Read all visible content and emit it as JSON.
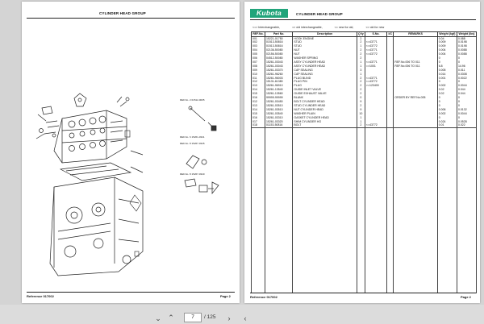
{
  "left_page": {
    "title": "CYLINDER HEAD GROUP",
    "footer_ref": "Reference 017002",
    "footer_page": "Page 2",
    "callouts": [
      "REF.No. 2 01512-0005",
      "REF.No. 6 15261-0341",
      "REF.No. 8 15267-0345",
      "REF.No. 8 15267-0340",
      "15261-0341"
    ]
  },
  "right_page": {
    "logo": "Kubota",
    "title": "CYLINDER HEAD GROUP",
    "legend": [
      "<=> Interchangeable,",
      "=> old interchangeable,",
      "<= new for old,",
      "<> old for new"
    ],
    "columns": [
      "REF.No.",
      "Part No.",
      "Description",
      "Q'ty",
      "S.No.",
      "I/C",
      "REMARKS",
      "Weight (kgf)",
      "Weight (lbs)"
    ],
    "rows": [
      [
        "001",
        "15221-01750",
        "HOOK ENGINE",
        "2",
        "",
        "",
        "",
        "0.04",
        "0.088"
      ],
      [
        "002",
        "01513-50816",
        "STUD",
        "2",
        "<=43771",
        "",
        "",
        "0.009",
        "0.0198"
      ],
      [
        "003",
        "01513-50816",
        "STUD",
        "1",
        "<=43772",
        "",
        "",
        "0.009",
        "0.0198"
      ],
      [
        "004",
        "02136-50080",
        "NUT",
        "2",
        "<=43771",
        "",
        "",
        "0.004",
        "0.0088"
      ],
      [
        "005",
        "02156-50080",
        "NUT",
        "2",
        "<=43772",
        "",
        "",
        "0.004",
        "0.0088"
      ],
      [
        "006",
        "04512-50080",
        "WASHER SPRING",
        "2",
        "",
        "",
        "",
        "0",
        "0"
      ],
      [
        "007",
        "15261-03043",
        "ASSY CYLINDER HEAD",
        "1",
        "<=43771",
        "",
        "REF.No.006 TO 011",
        "0",
        "0"
      ],
      [
        "008",
        "15261-03043",
        "ASSY CYLINDER HEAD",
        "1",
        "=>1001",
        "",
        "REF.No.006 TO 011",
        "6.8",
        "14.96"
      ],
      [
        "009",
        "15261-03370",
        "CAP SEALING",
        "3",
        "",
        "",
        "",
        "0.005",
        "0.011"
      ],
      [
        "010",
        "15261-96260",
        "CAP SEALING",
        "1",
        "",
        "",
        "",
        "0.014",
        "0.0308"
      ],
      [
        "011",
        "15261-96003",
        "PLUG BLIND",
        "2",
        "<=43771",
        "",
        "",
        "0.001",
        "0.0022"
      ],
      [
        "012",
        "15131-61380",
        "PLUG PIN",
        "2",
        "<=43772",
        "",
        "",
        "0",
        "0"
      ],
      [
        "013",
        "15261-96910",
        "PLUG",
        "2",
        ">=123400",
        "",
        "",
        "0.002",
        "0.0044"
      ],
      [
        "014",
        "15261-13540",
        "GUIDE INLET VALVE",
        "2",
        "",
        "",
        "",
        "0.02",
        "0.044"
      ],
      [
        "015",
        "15261-13560",
        "GUIDE EXHAUST VALVE",
        "2",
        "",
        "",
        "",
        "0.02",
        "0.044"
      ],
      [
        "016",
        "99999-99999",
        "BLANK",
        "0",
        "",
        "",
        "ORDER BY REF.No.005",
        "0",
        "0"
      ],
      [
        "012",
        "15261-03450",
        "BOLT CYLINDER HEAD",
        "9",
        "",
        "",
        "",
        "0",
        "0"
      ],
      [
        "013",
        "15261-03510",
        "STUD CYLINDER HEAD",
        "2",
        "",
        "",
        "",
        "0",
        "0"
      ],
      [
        "014",
        "15261-03510",
        "NUT CYLINDER HEAD",
        "9",
        "",
        "",
        "",
        "0.006",
        "0.0132"
      ],
      [
        "015",
        "15261-03540",
        "WASHER PLAIN",
        "10",
        "",
        "",
        "",
        "0.002",
        "0.0044"
      ],
      [
        "016",
        "15261-03310",
        "GASKET CYLINDER HEAD",
        "1",
        "",
        "",
        "",
        "0",
        "0"
      ],
      [
        "017",
        "15261-03320",
        "SHIM CYLINDER HG",
        "1",
        "",
        "",
        "",
        "0.024",
        "0.0528"
      ],
      [
        "018",
        "01153-50816",
        "BOLT",
        "2",
        "<=43772",
        "",
        "",
        "0.01",
        "0.022"
      ]
    ],
    "footer_ref": "Reference 017002",
    "footer_page": "Page 2"
  },
  "toolbar": {
    "current_page": "7",
    "total_pages": "/ 125",
    "prev_icon": "chevron-left-icon",
    "next_icon": "chevron-right-icon",
    "first_icon": "chevron-up-icon",
    "last_icon": "chevron-down-icon"
  }
}
